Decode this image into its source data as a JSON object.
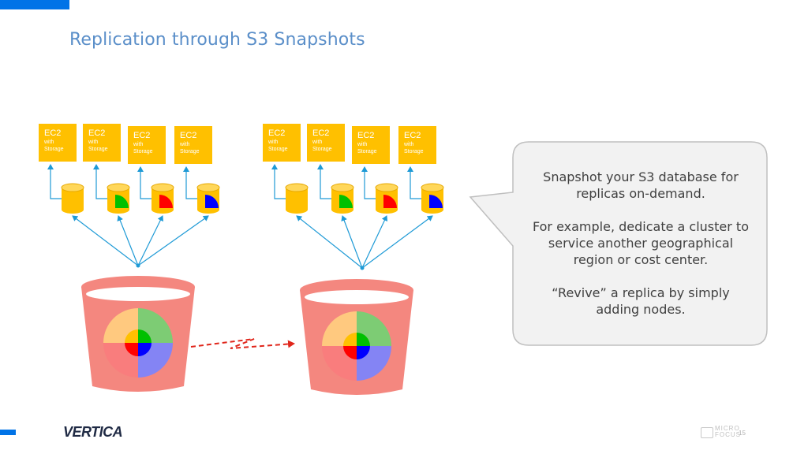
{
  "slide": {
    "title": "Replication through S3 Snapshots",
    "page_number": "15"
  },
  "clusters": [
    {
      "nodes": [
        {
          "l1": "EC2",
          "l2": "with",
          "l3": "Storage",
          "quadrant": "none"
        },
        {
          "l1": "EC2",
          "l2": "with",
          "l3": "Storage",
          "quadrant": "green"
        },
        {
          "l1": "EC2",
          "l2": "with",
          "l3": "Storage",
          "quadrant": "red"
        },
        {
          "l1": "EC2",
          "l2": "with",
          "l3": "Storage",
          "quadrant": "blue"
        }
      ]
    },
    {
      "nodes": [
        {
          "l1": "EC2",
          "l2": "with",
          "l3": "Storage",
          "quadrant": "none"
        },
        {
          "l1": "EC2",
          "l2": "with",
          "l3": "Storage",
          "quadrant": "green"
        },
        {
          "l1": "EC2",
          "l2": "with",
          "l3": "Storage",
          "quadrant": "red"
        },
        {
          "l1": "EC2",
          "l2": "with",
          "l3": "Storage",
          "quadrant": "blue"
        }
      ]
    }
  ],
  "callout": {
    "p1": "Snapshot your S3 database for replicas on-demand.",
    "p2": "For example, dedicate a cluster to service another geographical region or cost center.",
    "p3": "“Revive” a replica by simply adding nodes."
  },
  "footer": {
    "logo": "VERTICA",
    "brand_line1": "MICRO",
    "brand_line2": "FOCUS"
  },
  "colors": {
    "accent": "#0073e7",
    "title": "#5b8fc9",
    "node_fill": "#ffc000",
    "node_text": "#ffffff",
    "connector": "#1e9ad6",
    "bucket": "#f4877f",
    "bucket_rim": "#fbd5d2",
    "quad_orange": "#ffc97f",
    "quad_green": "#7dcc74",
    "quad_red": "#f97d7d",
    "quad_blue": "#8484f4",
    "core_green": "#00c000",
    "core_red": "#ff0000",
    "core_blue": "#0000ff",
    "core_orange": "#ffc000",
    "arrow": "#e0261b",
    "callout_fill": "#f2f2f2",
    "callout_border": "#bfbfbf"
  }
}
